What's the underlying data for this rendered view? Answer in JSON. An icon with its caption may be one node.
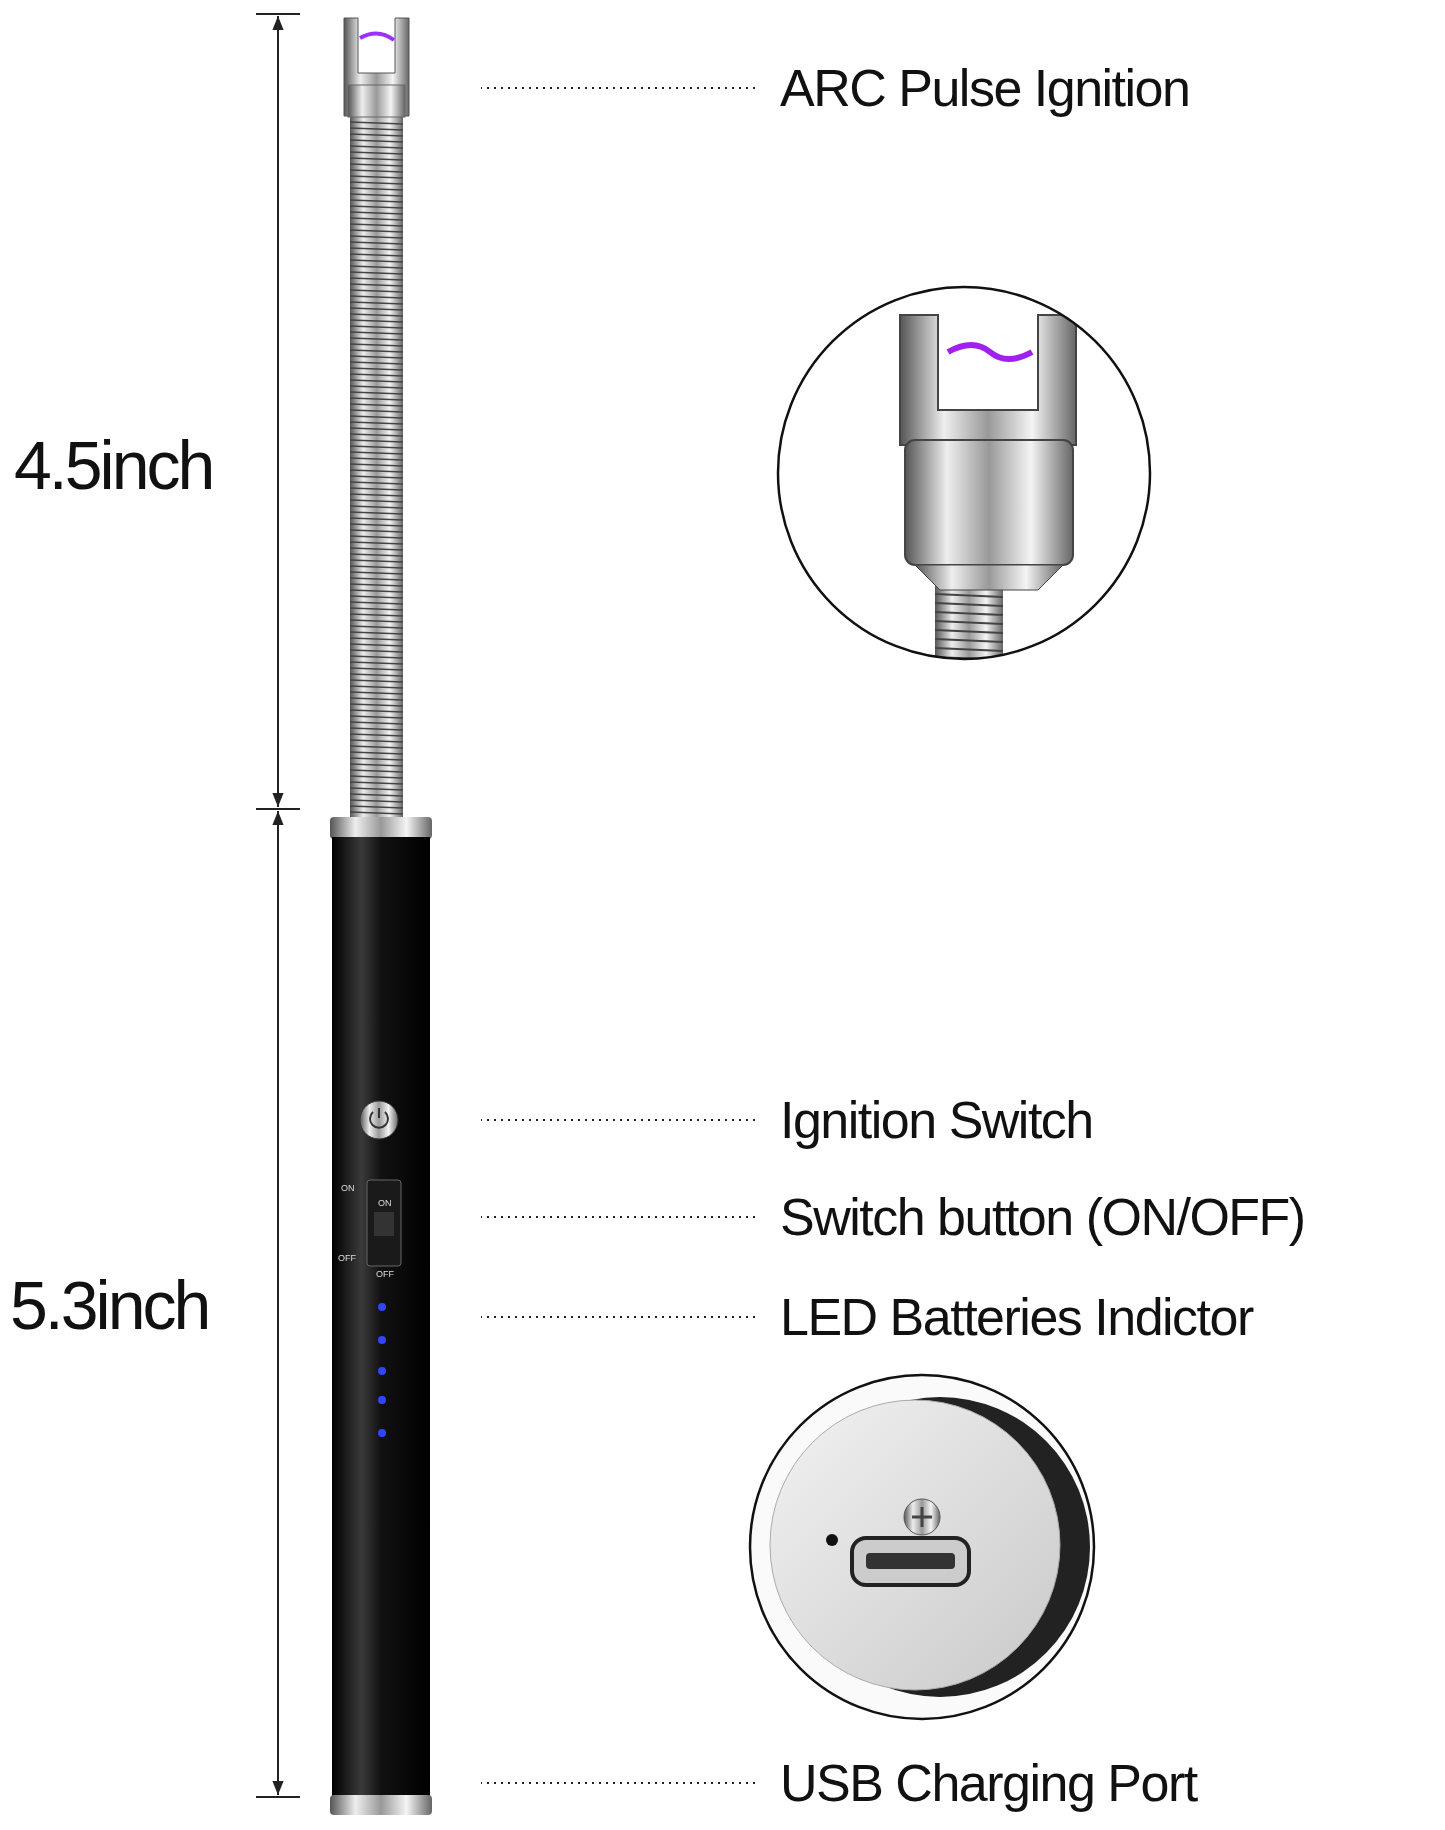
{
  "diagram": {
    "nodes": [
      {
        "text": [
          "ARC Pulse Ignition"
        ]
      },
      {
        "text": [
          "Ignition Switch"
        ]
      },
      {
        "text": [
          "Switch button (ON/OFF)"
        ]
      },
      {
        "text": [
          "LED Batteries Indictor"
        ]
      },
      {
        "text": [
          "USB Charging Port"
        ]
      }
    ],
    "edges": [
      {
        "from": 0,
        "to": null,
        "arrow": "none",
        "style": "dashed"
      },
      {
        "from": 1,
        "to": null,
        "arrow": "none",
        "style": "dashed"
      },
      {
        "from": 2,
        "to": null,
        "arrow": "none",
        "style": "dashed"
      },
      {
        "from": 3,
        "to": null,
        "arrow": "none",
        "style": "dashed"
      },
      {
        "from": 4,
        "to": null,
        "arrow": "none",
        "style": "dashed"
      }
    ],
    "labels": [
      "4.5inch",
      "5.3inch",
      "ON",
      "OFF",
      "ON",
      "OFF"
    ]
  }
}
